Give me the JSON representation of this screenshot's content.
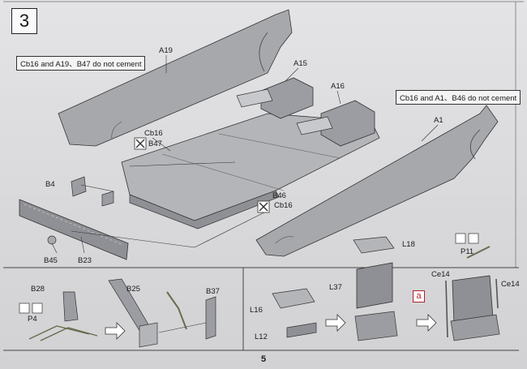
{
  "step": {
    "number": "3"
  },
  "notes": {
    "left": "Cb16 and A19、B47 do not cement",
    "right": "Cb16 and A1、B46 do not cement"
  },
  "labels": {
    "A19": "A19",
    "A15": "A15",
    "A16": "A16",
    "A1": "A1",
    "Cb16_top": "Cb16",
    "B47": "B47",
    "B4": "B4",
    "B46": "B46",
    "Cb16_bottom": "Cb16",
    "B45": "B45",
    "B23": "B23",
    "B28": "B28",
    "P4": "P4",
    "B25": "B25",
    "B37": "B37",
    "L18": "L18",
    "L37": "L37",
    "L16": "L16",
    "L12": "L12",
    "P11": "P11",
    "Ce14_left": "Ce14",
    "Ce14_right": "Ce14"
  },
  "badge": "a",
  "page_number": "5"
}
